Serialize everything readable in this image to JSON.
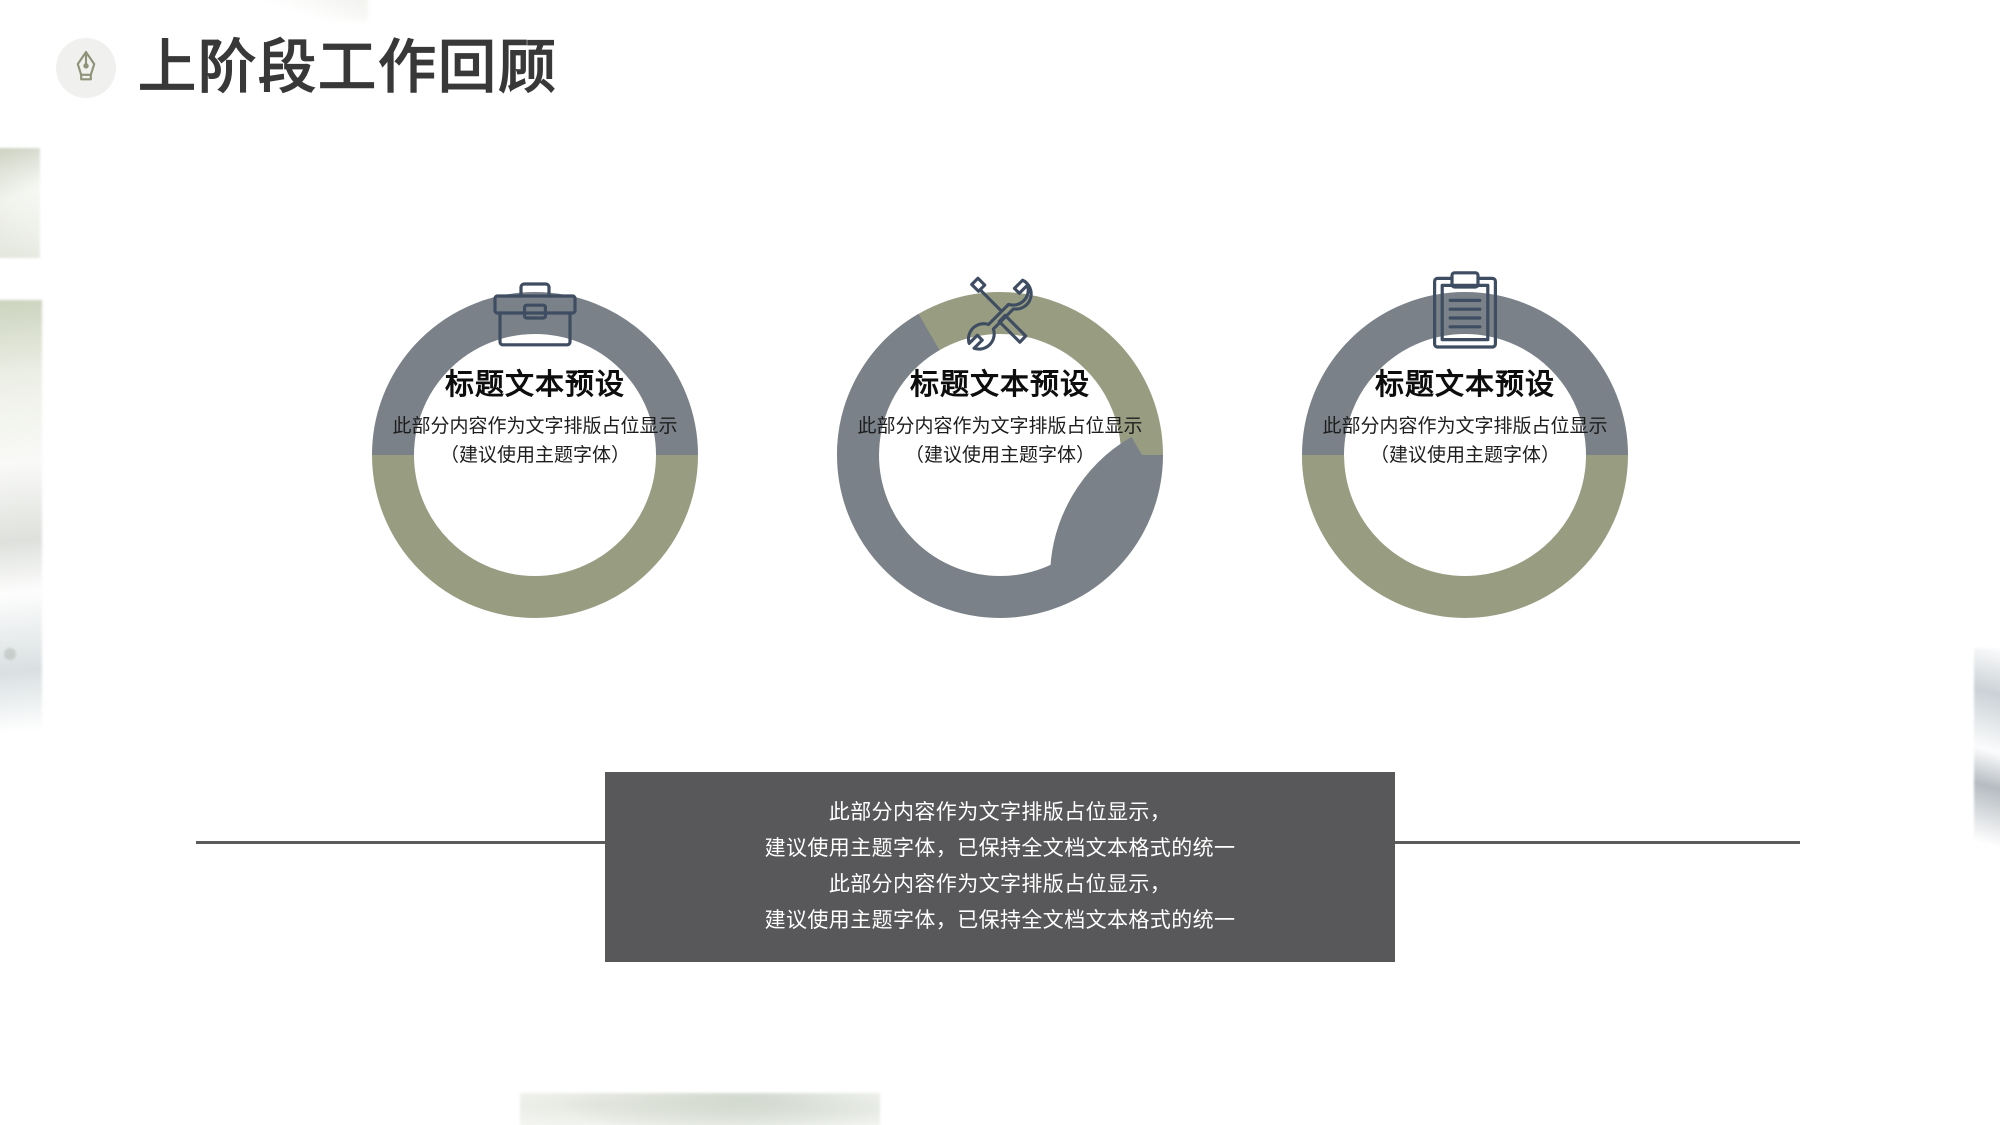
{
  "slide": {
    "background_color": "#ffffff",
    "title": "上阶段工作回顾",
    "title_color": "#383838",
    "badge_icon": "pen-nib-icon",
    "badge_bg_color": "#f0f1ee",
    "badge_icon_color": "#8f9478"
  },
  "theme": {
    "gray": "#7a8188",
    "sage": "#989d82",
    "dark_box": "#58585a",
    "icon_stroke": "#3e4d61",
    "rule": "#5b5b5b"
  },
  "rings": [
    {
      "icon": "toolbox-icon",
      "title": "标题文本预设",
      "desc": "此部分内容作为文字排版占位显示",
      "note": "（建议使用主题字体）",
      "arc_top_color": "#7a8188",
      "arc_bottom_color": "#989d82"
    },
    {
      "icon": "wrench-screwdriver-icon",
      "title": "标题文本预设",
      "desc": "此部分内容作为文字排版占位显示",
      "note": "（建议使用主题字体）",
      "arc_top_color": "#989d82",
      "arc_bottom_color": "#7a8188"
    },
    {
      "icon": "clipboard-icon",
      "title": "标题文本预设",
      "desc": "此部分内容作为文字排版占位显示",
      "note": "（建议使用主题字体）",
      "arc_top_color": "#7a8188",
      "arc_bottom_color": "#989d82"
    }
  ],
  "note_box": {
    "bg_color": "#58585a",
    "text_color": "#ffffff",
    "lines": [
      "此部分内容作为文字排版占位显示，",
      "建议使用主题字体，已保持全文档文本格式的统一",
      "此部分内容作为文字排版占位显示，",
      "建议使用主题字体，已保持全文档文本格式的统一"
    ]
  }
}
